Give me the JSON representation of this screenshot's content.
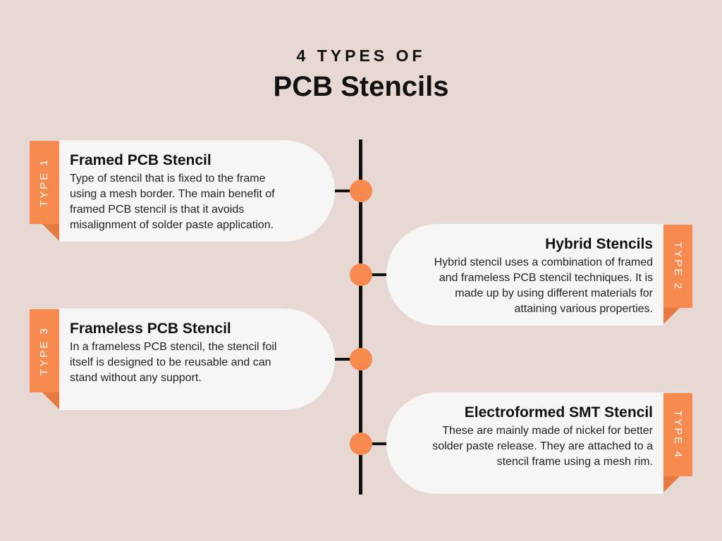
{
  "header": {
    "supertitle": "4 TYPES OF",
    "title": "PCB Stencils"
  },
  "colors": {
    "accent": "#f68a4f",
    "background": "#e8d8d4",
    "card": "#f6f6f6",
    "line": "#111111"
  },
  "types": [
    {
      "tab": "TYPE 1",
      "title": "Framed PCB Stencil",
      "lines": [
        "Type of stencil that is fixed to the frame",
        "using a mesh border. The main benefit of",
        "framed PCB stencil is that it avoids",
        "misalignment of solder paste application."
      ]
    },
    {
      "tab": "TYPE 2",
      "title": "Hybrid Stencils",
      "lines": [
        "Hybrid stencil uses a combination of framed",
        "and frameless PCB stencil techniques. It is",
        "made up by using different materials for",
        "attaining various properties."
      ]
    },
    {
      "tab": "TYPE 3",
      "title": "Frameless PCB Stencil",
      "lines": [
        "In a frameless PCB stencil, the stencil foil",
        "itself is designed to be reusable and can",
        "stand without any support."
      ]
    },
    {
      "tab": "TYPE 4",
      "title": "Electroformed SMT Stencil",
      "lines": [
        "These are mainly made of nickel for better",
        "solder paste release. They are attached to a",
        "stencil frame using a mesh rim."
      ]
    }
  ]
}
